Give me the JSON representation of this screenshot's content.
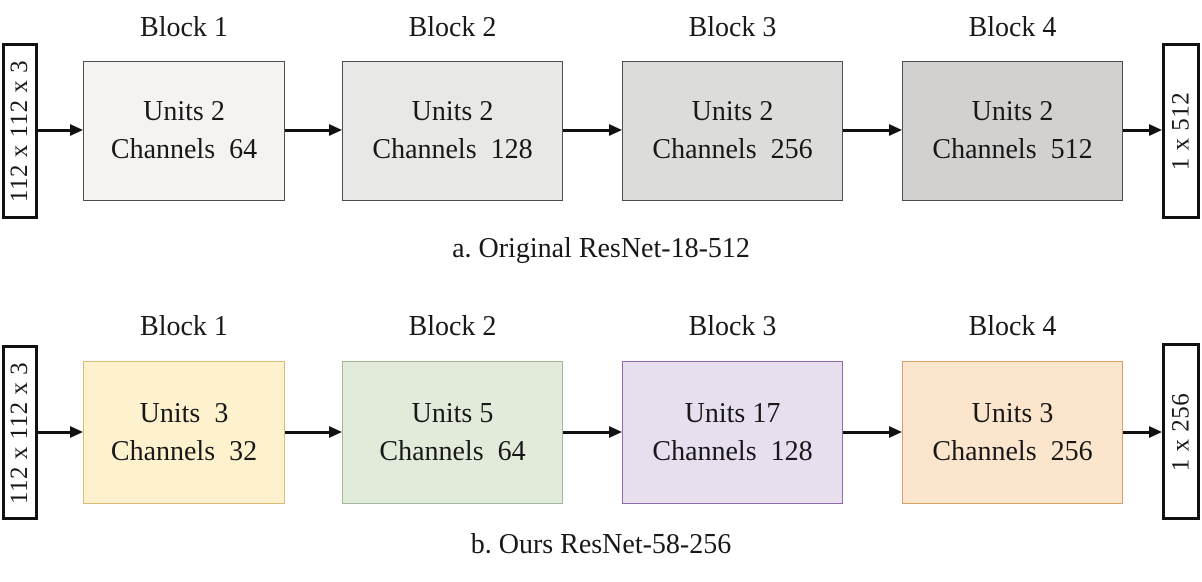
{
  "diagram_a": {
    "caption": "a. Original ResNet-18-512",
    "input_label": "112 x 112 x 3",
    "output_label": "1 x 512",
    "blocks": [
      {
        "title": "Block 1",
        "line1": "Units 2",
        "line2": "Channels  64",
        "fill": "#f4f3f1",
        "border": "#4e4e4e"
      },
      {
        "title": "Block 2",
        "line1": "Units 2",
        "line2": "Channels  128",
        "fill": "#e8e8e6",
        "border": "#4e4e4e"
      },
      {
        "title": "Block 3",
        "line1": "Units 2",
        "line2": "Channels  256",
        "fill": "#dcdcda",
        "border": "#4e4e4e"
      },
      {
        "title": "Block 4",
        "line1": "Units 2",
        "line2": "Channels  512",
        "fill": "#d2d1cf",
        "border": "#4e4e4e"
      }
    ]
  },
  "diagram_b": {
    "caption": "b. Ours ResNet-58-256",
    "input_label": "112 x 112 x 3",
    "output_label": "1 x 256",
    "blocks": [
      {
        "title": "Block 1",
        "line1": "Units  3",
        "line2": "Channels  32",
        "fill": "#fdf2cd",
        "border": "#ddba76"
      },
      {
        "title": "Block 2",
        "line1": "Units 5",
        "line2": "Channels  64",
        "fill": "#e2ebda",
        "border": "#a3b99b"
      },
      {
        "title": "Block 3",
        "line1": "Units 17",
        "line2": "Channels  128",
        "fill": "#e7deee",
        "border": "#8f6bae"
      },
      {
        "title": "Block 4",
        "line1": "Units 3",
        "line2": "Channels  256",
        "fill": "#fce5cd",
        "border": "#d8a165"
      }
    ]
  },
  "arrow_color": "#111111",
  "text_color": "#181818"
}
